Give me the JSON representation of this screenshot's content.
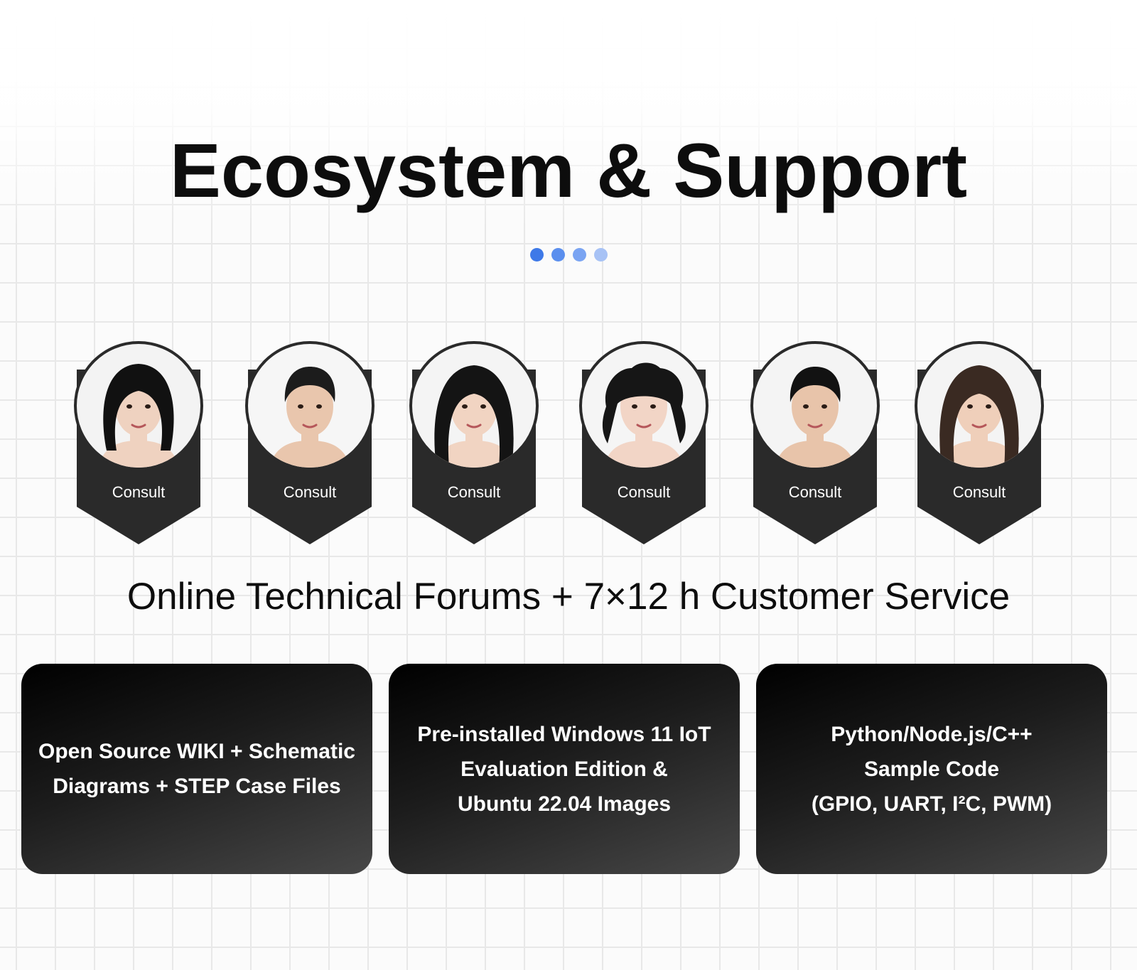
{
  "header": {
    "title": "Ecosystem & Support"
  },
  "pagination": {
    "dots": [
      {
        "color": "#3e79e8"
      },
      {
        "color": "#5b8fee"
      },
      {
        "color": "#7aa4f2"
      },
      {
        "color": "#a7c2f5"
      }
    ]
  },
  "consultants": [
    {
      "label": "Consult",
      "skin": "#efd2c0",
      "hair": "#111111",
      "bg": "#f3f3f3",
      "hair_style": "bob"
    },
    {
      "label": "Consult",
      "skin": "#e9c6ad",
      "hair": "#1c1c1c",
      "bg": "#f6f6f6",
      "hair_style": "short"
    },
    {
      "label": "Consult",
      "skin": "#f1d4c2",
      "hair": "#141414",
      "bg": "#f4f4f4",
      "hair_style": "long"
    },
    {
      "label": "Consult",
      "skin": "#f2d5c6",
      "hair": "#161616",
      "bg": "#f5f5f5",
      "hair_style": "curly"
    },
    {
      "label": "Consult",
      "skin": "#e8c4aa",
      "hair": "#121212",
      "bg": "#f4f4f4",
      "hair_style": "short"
    },
    {
      "label": "Consult",
      "skin": "#efcfba",
      "hair": "#3a2a22",
      "bg": "#f4f4f4",
      "hair_style": "long"
    }
  ],
  "services": {
    "headline": "Online Technical Forums + 7×12 h Customer Service"
  },
  "cards": [
    {
      "text": "Open Source WIKI + Schematic\nDiagrams + STEP Case Files"
    },
    {
      "text": "Pre-installed Windows 11 IoT\nEvaluation Edition &\nUbuntu 22.04 Images"
    },
    {
      "text": "Python/Node.js/C++\nSample Code\n(GPIO, UART, I²C, PWM)"
    }
  ]
}
